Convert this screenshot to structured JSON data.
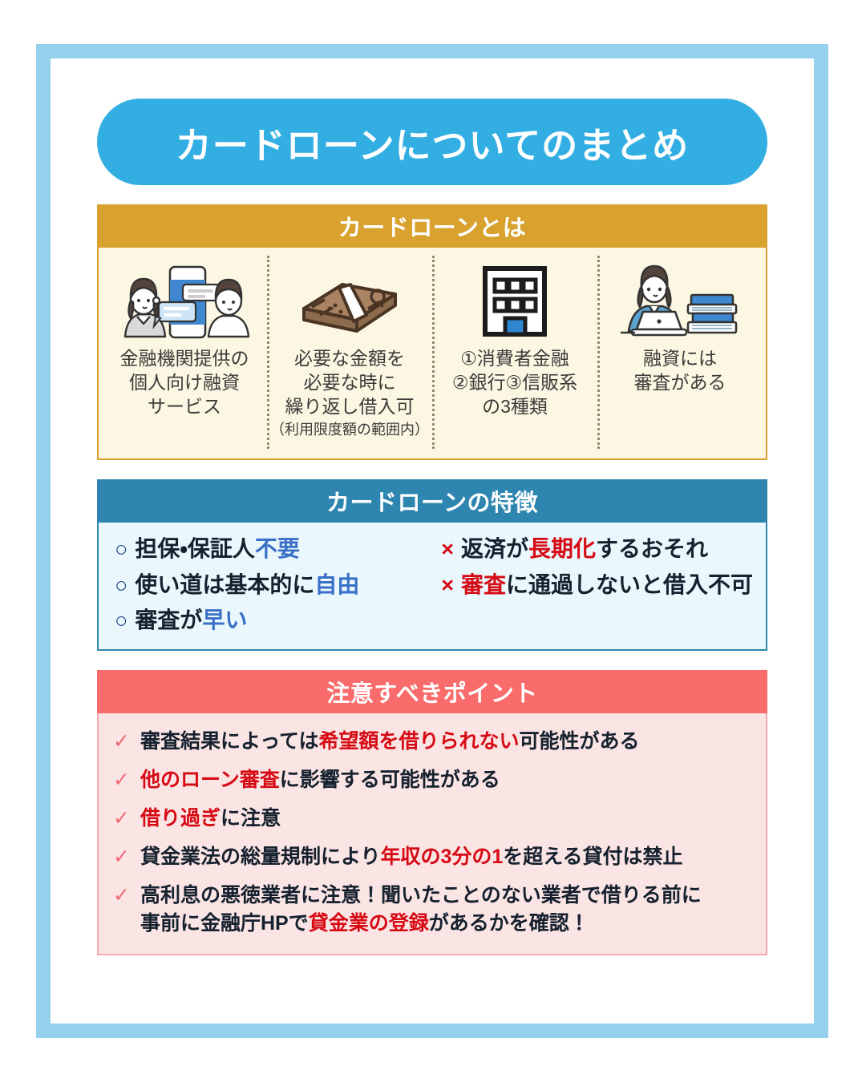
{
  "colors": {
    "frame": "#95d0ec",
    "title_pill": "#33aee3",
    "section_what_header": "#d9a12e",
    "section_what_body": "#fbf7e2",
    "section_features_header": "#2e86b0",
    "section_features_body": "#eaf7fc",
    "section_caution_header": "#fa6b6b",
    "section_caution_body": "#fbe4e4",
    "accent_blue_text": "#3a70c8",
    "accent_red_text": "#d60a14",
    "check_pink": "#ef6b78"
  },
  "title": "カードローンについてのまとめ",
  "sections": {
    "what": {
      "header": "カードローンとは",
      "columns": [
        {
          "icon": "consultation-smartphone-icon",
          "text": "金融機関提供の\n個人向け融資\nサービス",
          "note": ""
        },
        {
          "icon": "cash-bundle-icon",
          "text": "必要な金額を\n必要な時に\n繰り返し借入可",
          "note": "（利用限度額の範囲内）"
        },
        {
          "icon": "bank-building-icon",
          "text": "①消費者金融\n②銀行③信販系\nの3種類",
          "note": ""
        },
        {
          "icon": "screening-desk-icon",
          "text": "融資には\n審査がある",
          "note": ""
        }
      ]
    },
    "features": {
      "header": "カードローンの特徴",
      "pros_marker": "○",
      "cons_marker": "×",
      "pros": [
        {
          "before": "担保・保証人",
          "highlight": "不要",
          "after": ""
        },
        {
          "before": "使い道は基本的に",
          "highlight": "自由",
          "after": ""
        },
        {
          "before": "審査が",
          "highlight": "早い",
          "after": ""
        }
      ],
      "cons": [
        {
          "before": "返済が",
          "highlight": "長期化",
          "after": "するおそれ"
        },
        {
          "before": "",
          "highlight": "審査",
          "after": "に通過しないと借入不可"
        }
      ]
    },
    "caution": {
      "header": "注意すべきポイント",
      "marker": "✓",
      "items": [
        {
          "before": "審査結果によっては",
          "highlight": "希望額を借りられない",
          "after": "可能性がある"
        },
        {
          "before": "",
          "highlight": "他のローン審査",
          "after": "に影響する可能性がある"
        },
        {
          "before": "",
          "highlight": "借り過ぎ",
          "after": "に注意"
        },
        {
          "before": "貸金業法の総量規制により",
          "highlight": "年収の3分の1",
          "after": "を超える貸付は禁止"
        },
        {
          "before": "高利息の悪徳業者に注意！聞いたことのない業者で借りる前に\n事前に金融庁HPで",
          "highlight": "貸金業の登録",
          "after": "があるかを確認！"
        }
      ]
    }
  }
}
